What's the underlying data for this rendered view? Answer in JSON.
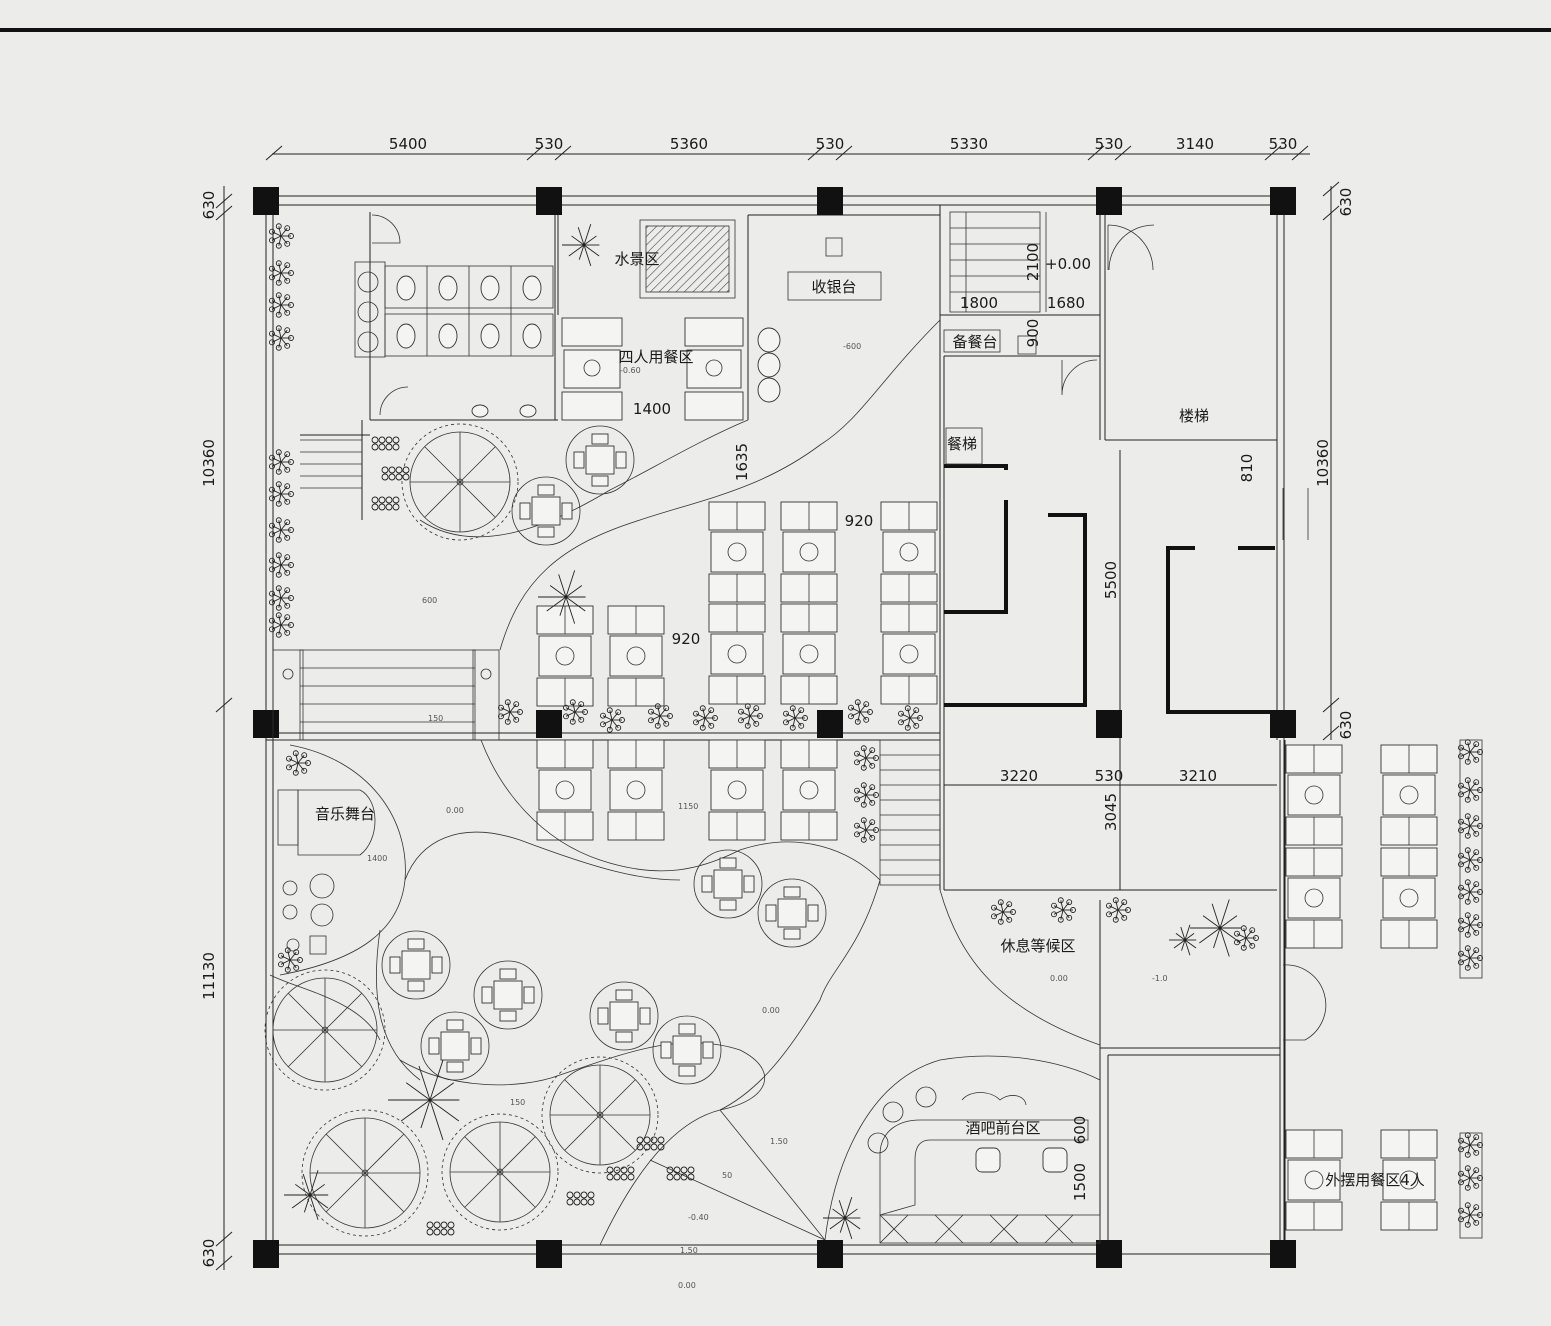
{
  "colors": {
    "background": "#ececea",
    "ink": "#1a1a1a",
    "column": "#111111"
  },
  "dimensions": {
    "top": [
      "5400",
      "530",
      "5360",
      "530",
      "5330",
      "530",
      "3140",
      "530"
    ],
    "left_top": "630",
    "left_mid": "10360",
    "left_low": "11130",
    "left_bottom": "630",
    "right_top": "630",
    "right_mid": "10360",
    "right_low": "630",
    "stair_2100": "2100",
    "stair_1800": "1800",
    "stair_1680": "1680",
    "stair_900": "900",
    "booth_1400": "1400",
    "booth_1635": "1635",
    "booth_920_a": "920",
    "booth_920_b": "920",
    "dim_5500": "5500",
    "dim_810": "810",
    "dim_3220": "3220",
    "dim_530": "530",
    "dim_3210": "3210",
    "dim_3045": "3045",
    "bar_600": "600",
    "bar_1500": "1500"
  },
  "rooms": {
    "water_feature": "水景区",
    "cashier": "收银台",
    "level": "+0.00",
    "four_dining": "四人用餐区",
    "service_counter": "备餐台",
    "stairs": "楼梯",
    "dumbwaiter": "餐梯",
    "music_stage": "音乐舞台",
    "rest_area": "休息等候区",
    "bar_front": "酒吧前台区",
    "outdoor_dining": "外摆用餐区4人"
  },
  "elevations": {
    "e1": "-600",
    "e2": "-0.60",
    "e3": "600",
    "e4": "150",
    "e5": "0.00",
    "e6": "1400",
    "e7": "0.00",
    "e8": "150",
    "e9": "1.50",
    "e10": "50",
    "e11": "0.00",
    "e12": "-0.40",
    "e13": "1.50",
    "e14": "0.00",
    "e15": "1150",
    "e16": "-1.0"
  }
}
